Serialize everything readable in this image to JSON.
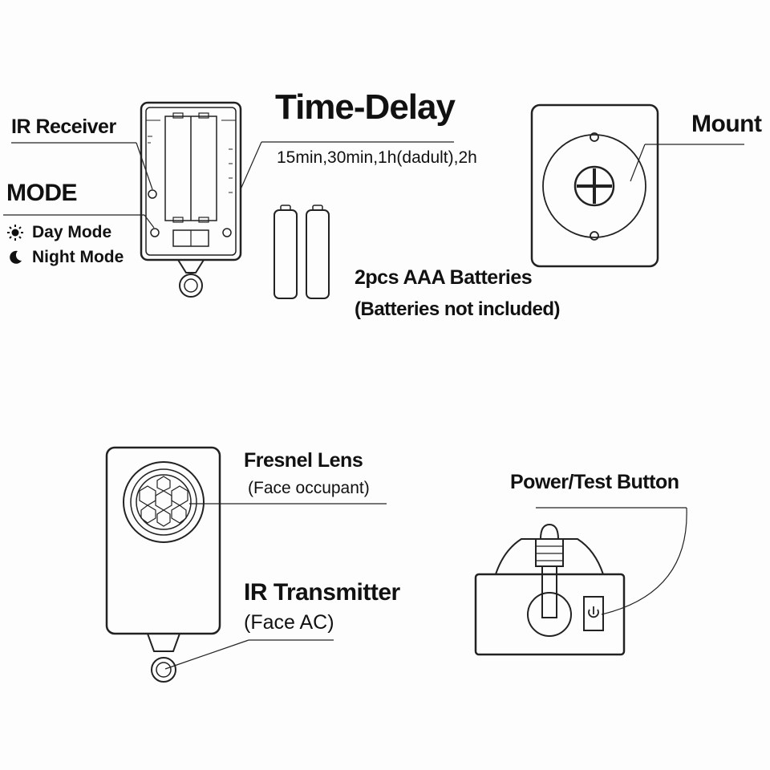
{
  "labels": {
    "ir_receiver": "IR Receiver",
    "mode": "MODE",
    "day_mode": "Day Mode",
    "night_mode": "Night Mode",
    "time_delay": "Time-Delay",
    "time_delay_options": "15min,30min,1h(dadult),2h",
    "mount": "Mount",
    "batteries": "2pcs AAA Batteries",
    "batteries_note": "(Batteries not included)",
    "fresnel_lens": "Fresnel Lens",
    "fresnel_lens_note": "(Face occupant)",
    "ir_transmitter": "IR Transmitter",
    "ir_transmitter_note": "(Face AC)",
    "power_test_button": "Power/Test Button"
  },
  "icons": {
    "day": "sun-icon",
    "night": "moon-icon",
    "power": "power-icon"
  },
  "colors": {
    "line": "#222222",
    "background": "#fdfdfd"
  }
}
